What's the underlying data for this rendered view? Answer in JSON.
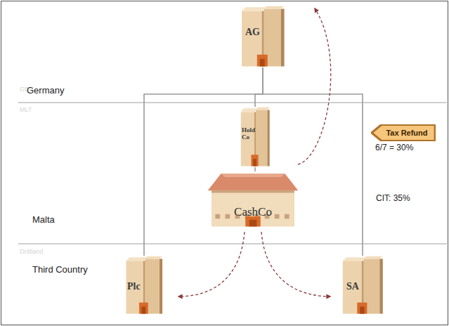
{
  "diagram": {
    "nodes": [
      {
        "text": [
          "AG"
        ]
      },
      {
        "text": [
          "Hold Co"
        ]
      },
      {
        "text": [
          "CashCo"
        ]
      },
      {
        "text": [
          "Plc"
        ]
      },
      {
        "text": [
          "SA"
        ]
      },
      {
        "text": [
          "Tax Refund"
        ]
      }
    ],
    "edges": [
      {
        "from": 0,
        "to": 1,
        "arrow": "none"
      },
      {
        "from": 0,
        "to": 3,
        "arrow": "none"
      },
      {
        "from": 0,
        "to": 4,
        "arrow": "none"
      },
      {
        "from": 1,
        "to": 2,
        "arrow": "none"
      },
      {
        "from": 1,
        "to": 0,
        "arrow": "to"
      },
      {
        "from": 2,
        "to": 3,
        "arrow": "to"
      },
      {
        "from": 2,
        "to": 4,
        "arrow": "to"
      }
    ],
    "labels": [
      "GE",
      "Germany",
      "MLT",
      "6/7 = 30%",
      "CIT: 35%",
      "Malta",
      "Drittland",
      "Third Country"
    ]
  }
}
